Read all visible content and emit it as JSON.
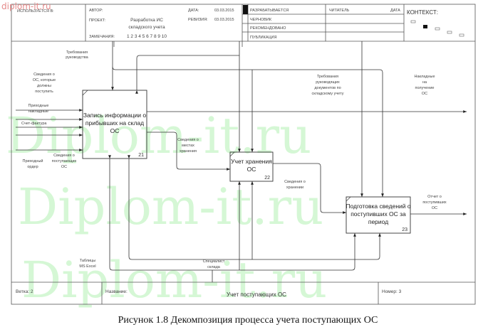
{
  "watermark": {
    "small": "diplom-it.ru",
    "large": "Diplom-it.ru"
  },
  "header": {
    "used_in": "ИСПОЛЬЗУЕТСЯ В:",
    "author_label": "АВТОР:",
    "project_label": "ПРОЕКТ:",
    "project_lines": [
      "Разработка ИС",
      "складского учета"
    ],
    "notes_label": "ЗАМЕЧАНИЯ:",
    "notes_numbers": "1 2 3 4 5 6 7 8 9 10",
    "date_label": "ДАТА:",
    "date_value": "03.03.2015",
    "revision_label": "РЕВИЗИЯ:",
    "revision_value": "03.03.2015",
    "status": [
      "РАЗРАБАТЫВАЕТСЯ",
      "ЧЕРНОВИК",
      "РЕКОМЕНДОВАНО",
      "ПУБЛИКАЦИЯ"
    ],
    "reader_label": "ЧИТАТЕЛЬ",
    "reader_date_label": "ДАТА",
    "context_label": "КОНТЕКСТ:"
  },
  "boxes": [
    {
      "lines": [
        "Запись информации о",
        "прибывших на склад",
        "ОС"
      ],
      "number": "21"
    },
    {
      "lines": [
        "Учет хранения",
        "ОС"
      ],
      "number": "22"
    },
    {
      "lines": [
        "Подготовка сведений о",
        "поступивших ОС за",
        "период"
      ],
      "number": "23"
    }
  ],
  "arrows": {
    "requirements_management": [
      "Требования",
      "руководства"
    ],
    "expected_assets": [
      "Сведения о",
      "ОС, которые",
      "должны",
      "поступить"
    ],
    "incoming_invoices": [
      "Приходные",
      "накладные"
    ],
    "invoice": [
      "Счет-фактура"
    ],
    "receipt_order": [
      "Приходный",
      "ордер"
    ],
    "incoming_assets_info": [
      "Сведения о",
      "поступающих",
      "ОС"
    ],
    "storage_places": [
      "Сведения о",
      "местах",
      "хранения"
    ],
    "doc_requirements": [
      "Требования",
      "руководящих",
      "документов по",
      "складскому учету"
    ],
    "receipt_waybills": [
      "Накладные",
      "на",
      "получение",
      "ОС"
    ],
    "storage_info": [
      "Сведения о",
      "хранении"
    ],
    "report": [
      "Отчет о",
      "поступивших",
      "ОС"
    ],
    "excel": [
      "Таблицы",
      "MS Excel"
    ],
    "specialist": [
      "Специалист",
      "склада"
    ]
  },
  "footer": {
    "node_label": "Ветка: 2",
    "title_label": "Название:",
    "title_value": "Учет поступающих ОС",
    "number_label": "Номер: 3"
  },
  "caption": "Рисунок 1.8 Декомпозиция процесса учета поступающих ОС"
}
